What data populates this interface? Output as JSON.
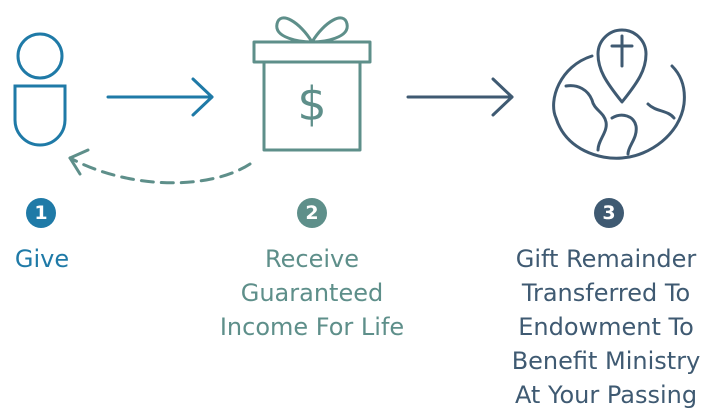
{
  "colors": {
    "step1": "#1f7aa7",
    "step2": "#5e8f8a",
    "step3": "#3f5a72"
  },
  "icons": {
    "step1": "person-icon",
    "step2": "gift-box-dollar-icon",
    "step3": "globe-cross-pin-icon",
    "arrow_1_2": "right-arrow-icon",
    "arrow_2_3": "right-arrow-icon",
    "return_arrow": "dashed-curved-return-arrow-icon"
  },
  "steps": [
    {
      "number": "1",
      "lines": [
        "Give"
      ]
    },
    {
      "number": "2",
      "lines": [
        "Receive",
        "Guaranteed",
        "Income For Life"
      ]
    },
    {
      "number": "3",
      "lines": [
        "Gift Remainder",
        "Transferred To",
        "Endowment To",
        "Benefit Ministry",
        "At Your Passing"
      ]
    }
  ],
  "gift_symbol": "$"
}
